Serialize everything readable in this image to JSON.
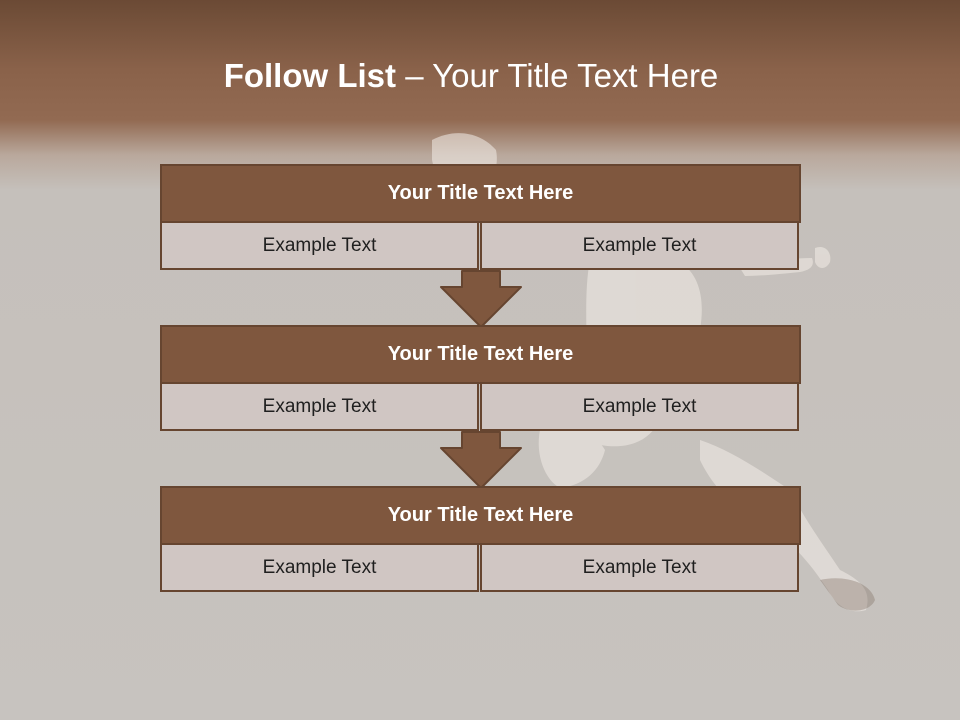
{
  "slide": {
    "title_strong": "Follow List",
    "title_rest": "  – Your Title Text Here",
    "colors": {
      "header_band": "#8a624a",
      "box_title_fill": "#7f573e",
      "box_border": "#664530",
      "cell_fill": "#d0c6c3",
      "background": "#c7c3bf"
    },
    "rows": [
      {
        "title": "Your Title Text Here",
        "left": "Example Text",
        "right": "Example Text"
      },
      {
        "title": "Your Title Text Here",
        "left": "Example Text",
        "right": "Example Text"
      },
      {
        "title": "Your Title Text Here",
        "left": "Example Text",
        "right": "Example Text"
      }
    ],
    "arrow_icon": "arrow-down-icon",
    "background_image": "dancer-silhouette"
  }
}
